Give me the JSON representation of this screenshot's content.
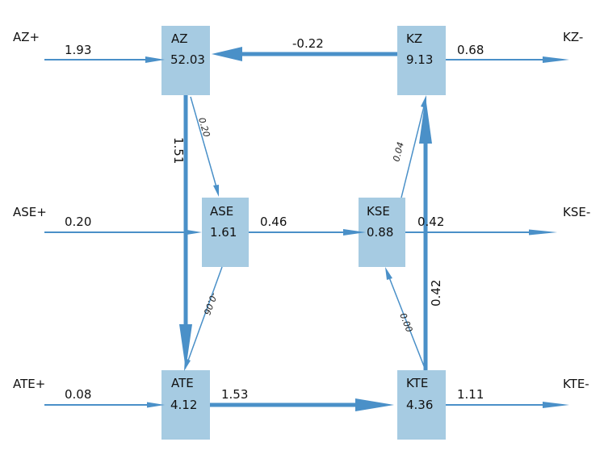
{
  "colors": {
    "box": "#a6cbe2",
    "arrow": "#4a90c8"
  },
  "nodes": {
    "az": {
      "name": "AZ",
      "value": "52.03"
    },
    "kz": {
      "name": "KZ",
      "value": "9.13"
    },
    "ase": {
      "name": "ASE",
      "value": "1.61"
    },
    "kse": {
      "name": "KSE",
      "value": "0.88"
    },
    "ate": {
      "name": "ATE",
      "value": "4.12"
    },
    "kte": {
      "name": "KTE",
      "value": "4.36"
    }
  },
  "external": {
    "az_plus": "AZ+",
    "ase_plus": "ASE+",
    "ate_plus": "ATE+",
    "kz_minus": "KZ-",
    "kse_minus": "KSE-",
    "kte_minus": "KTE-"
  },
  "flows": {
    "az_in": "1.93",
    "ase_in": "0.20",
    "ate_in": "0.08",
    "kz_out": "0.68",
    "kse_out": "0.42",
    "kte_out": "1.11",
    "kz_to_az": "-0.22",
    "az_to_ate": "1.51",
    "az_to_ase": "0.20",
    "ase_to_kse": "0.46",
    "ase_to_ate": "-0.06",
    "kse_to_kz": "0.04",
    "kte_to_kse": "0.00",
    "kte_to_kz": "0.42",
    "ate_to_kte": "1.53"
  }
}
